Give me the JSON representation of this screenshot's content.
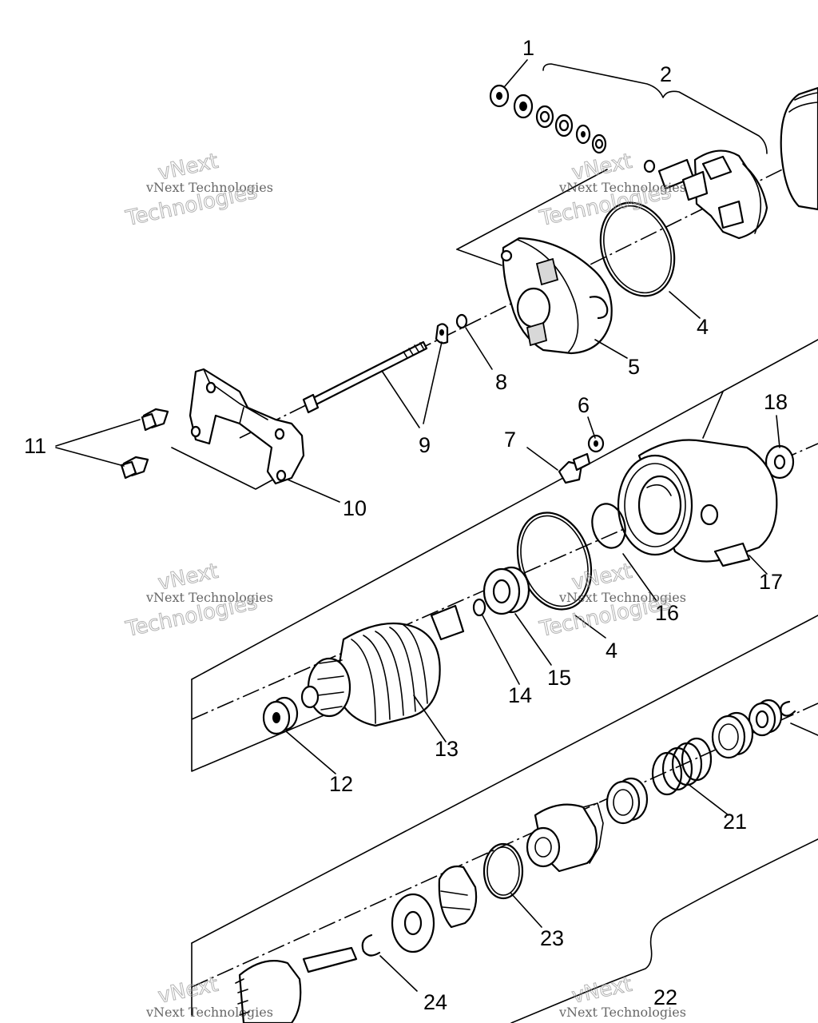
{
  "diagram": {
    "callouts": [
      "1",
      "2",
      "4",
      "5",
      "8",
      "9",
      "6",
      "7",
      "18",
      "11",
      "10",
      "16",
      "17",
      "4",
      "15",
      "14",
      "13",
      "12",
      "21",
      "23",
      "24",
      "22"
    ],
    "watermark": {
      "line1": "vNext Technologies",
      "line2": "vNext",
      "line3": "Technologies"
    }
  }
}
